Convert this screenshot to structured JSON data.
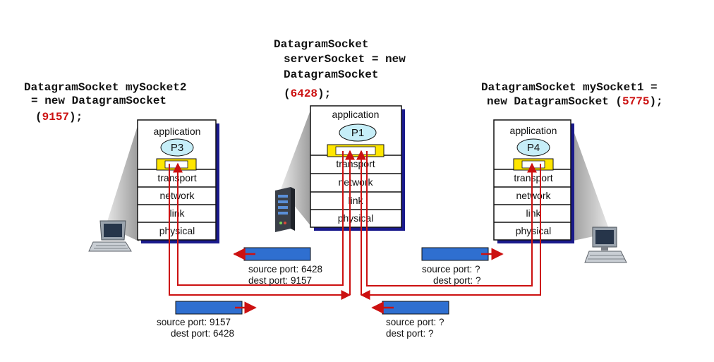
{
  "hosts": {
    "left": {
      "code": {
        "line1": "DatagramSocket mySocket2",
        "line2": "= new DatagramSocket",
        "line3_open": "(",
        "port": "9157",
        "line3_close": ");"
      },
      "stack": {
        "application": "application",
        "process": "P3",
        "transport": "transport",
        "network": "network",
        "link": "link",
        "physical": "physical"
      }
    },
    "center": {
      "code": {
        "line1": "DatagramSocket",
        "line2": "serverSocket = new",
        "line3": "DatagramSocket",
        "line4_open": "(",
        "port": "6428",
        "line4_close": ");"
      },
      "stack": {
        "application": "application",
        "process": "P1",
        "transport": "transport",
        "network": "network",
        "link": "link",
        "physical": "physical"
      }
    },
    "right": {
      "code": {
        "line1": "DatagramSocket mySocket1 =",
        "line2_prefix": "new DatagramSocket (",
        "port": "5775",
        "line2_suffix": ");"
      },
      "stack": {
        "application": "application",
        "process": "P4",
        "transport": "transport",
        "network": "network",
        "link": "link",
        "physical": "physical"
      }
    }
  },
  "segments": {
    "reply_left": {
      "source": "source port: 6428",
      "dest": "dest port: 9157"
    },
    "request_left": {
      "source": "source port: 9157",
      "dest": "dest port: 6428"
    },
    "request_right": {
      "source": "source port: ?",
      "dest": "dest port: ?"
    },
    "reply_right": {
      "source": "source port: ?",
      "dest": "dest port: ?"
    }
  },
  "colors": {
    "stack_shadow": "#1a1a8c",
    "process_fill": "#c6eef8",
    "socket_fill": "#ffe600",
    "segment_fill": "#2f6fd0",
    "arrow": "#cc1111",
    "code_red": "#cc1111"
  },
  "icons": {
    "left_device": "laptop-icon",
    "center_device": "server-tower-icon",
    "right_device": "desktop-computer-icon"
  }
}
